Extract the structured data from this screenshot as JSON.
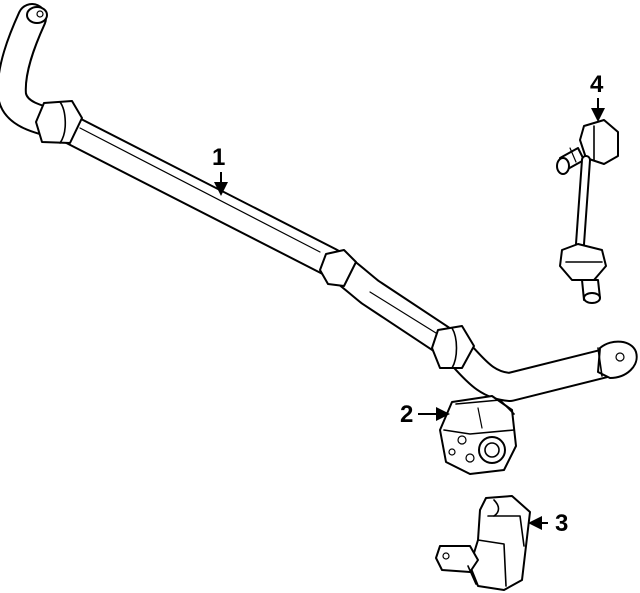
{
  "callouts": [
    {
      "number": "1",
      "part": "stabilizer-bar"
    },
    {
      "number": "2",
      "part": "bushing"
    },
    {
      "number": "3",
      "part": "bracket"
    },
    {
      "number": "4",
      "part": "stabilizer-link"
    }
  ]
}
